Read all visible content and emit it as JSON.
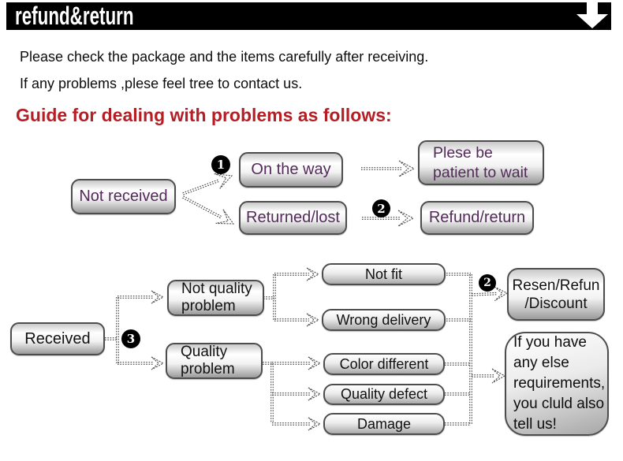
{
  "header": {
    "title": "refund&return",
    "arrow_icon": "down-arrow"
  },
  "intro": {
    "line1": "Please check the package and the items carefully after receiving.",
    "line2": "If any problems ,plese feel tree to contact us."
  },
  "guide_heading": "Guide for dealing with problems as follows:",
  "flowchart": {
    "not_received": "Not received",
    "on_the_way": "On the way",
    "returned_lost": "Returned/lost",
    "please_wait": "Plese be\npatient to wait",
    "refund_return": "Refund/return",
    "received": "Received",
    "not_quality_problem": "Not quality\nproblem",
    "quality_problem": "Quality\nproblem",
    "not_fit": "Not fit",
    "wrong_delivery": "Wrong delivery",
    "color_different": "Color different",
    "quality_defect": "Quality defect",
    "damage": "Damage",
    "resend_refund_discount": "Resen/Refun\n/Discount",
    "anything_else": "If you have\nany else\nrequirements,\nyou cluld also\ntell us!",
    "badges": {
      "step1": "1",
      "step2_top": "2",
      "step3": "3",
      "step2_right": "2"
    }
  },
  "colors": {
    "header_bg": "#000000",
    "header_text": "#ffffff",
    "heading_red": "#b41e24",
    "node_text_purple": "#522b58",
    "node_text_black": "#111111",
    "node_border": "#4d4d4d",
    "badge_bg": "#000000",
    "badge_text": "#ffffff",
    "connector": "#2a2a2a"
  }
}
